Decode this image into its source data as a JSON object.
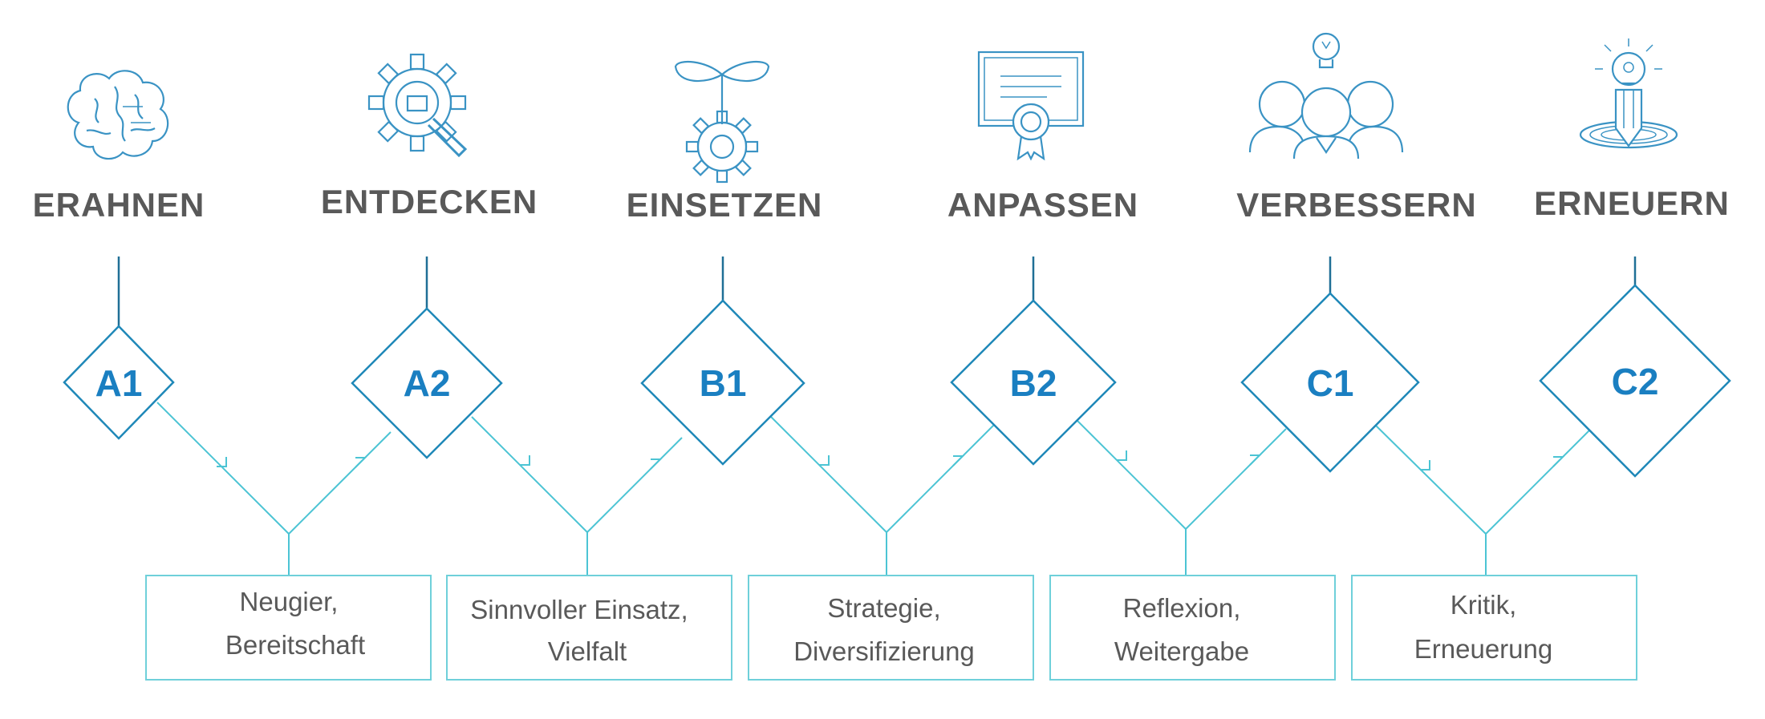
{
  "stages": [
    {
      "title": "ERAHNEN",
      "level": "A1",
      "icon": "brain-icon"
    },
    {
      "title": "ENTDECKEN",
      "level": "A2",
      "icon": "gear-magnifier-icon"
    },
    {
      "title": "EINSETZEN",
      "level": "B1",
      "icon": "gear-sprout-icon"
    },
    {
      "title": "ANPASSEN",
      "level": "B2",
      "icon": "certificate-icon"
    },
    {
      "title": "VERBESSERN",
      "level": "C1",
      "icon": "team-idea-icon"
    },
    {
      "title": "ERNEUERN",
      "level": "C2",
      "icon": "pencil-lightbulb-icon"
    }
  ],
  "transitions": [
    {
      "line1": "Neugier,",
      "line2": "Bereitschaft"
    },
    {
      "line1": "Sinnvoller Einsatz,",
      "line2": "Vielfalt"
    },
    {
      "line1": "Strategie,",
      "line2": "Diversifizierung"
    },
    {
      "line1": "Reflexion,",
      "line2": "Weitergabe"
    },
    {
      "line1": "Kritik,",
      "line2": "Erneuerung"
    }
  ],
  "colors": {
    "title": "#595959",
    "level_code": "#1a7fc1",
    "diamond_border": "#1f88b8",
    "connector": "#4cc4d4",
    "box_border": "#6fd0da",
    "icon": "#3a93c4"
  }
}
